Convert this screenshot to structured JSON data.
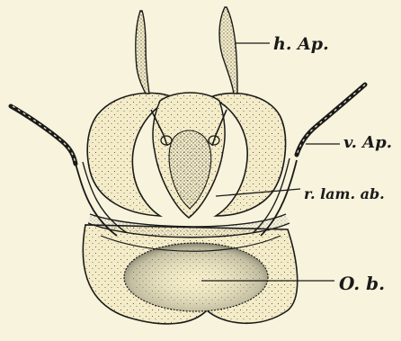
{
  "labels": {
    "h_ap": "h. Ap.",
    "v_ap": "v. Ap.",
    "r_lam_ab": "r. lam. ab.",
    "o_b": "O. b."
  },
  "colors": {
    "paper": "#f7f3dc",
    "ink": "#1a1a1a",
    "fill": "#f4ecc8"
  }
}
